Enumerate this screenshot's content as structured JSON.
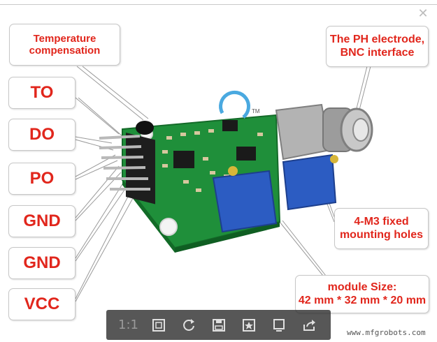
{
  "viewer": {
    "close_glyph": "✕"
  },
  "labels": {
    "temperature": "Temperature compensation",
    "to": "TO",
    "do": "DO",
    "po": "PO",
    "gnd1": "GND",
    "gnd2": "GND",
    "vcc": "VCC",
    "ph": "The PH electrode, BNC interface",
    "mount": "4-M3 fixed mounting holes",
    "size_title": "module  Size:",
    "size_value": "42 mm * 32 mm * 20 mm"
  },
  "toolbar": {
    "actual_size": "1:1",
    "icons": [
      "fit-screen-icon",
      "rotate-icon",
      "save-icon",
      "favorite-icon",
      "fullscreen-icon",
      "share-icon"
    ]
  },
  "watermark": "www.mfgrobots.com",
  "colors": {
    "label_text": "#e1261c",
    "pcb": "#1f8f3a",
    "potentiometer": "#2c5cc2",
    "toolbar_bg": "#282828"
  }
}
